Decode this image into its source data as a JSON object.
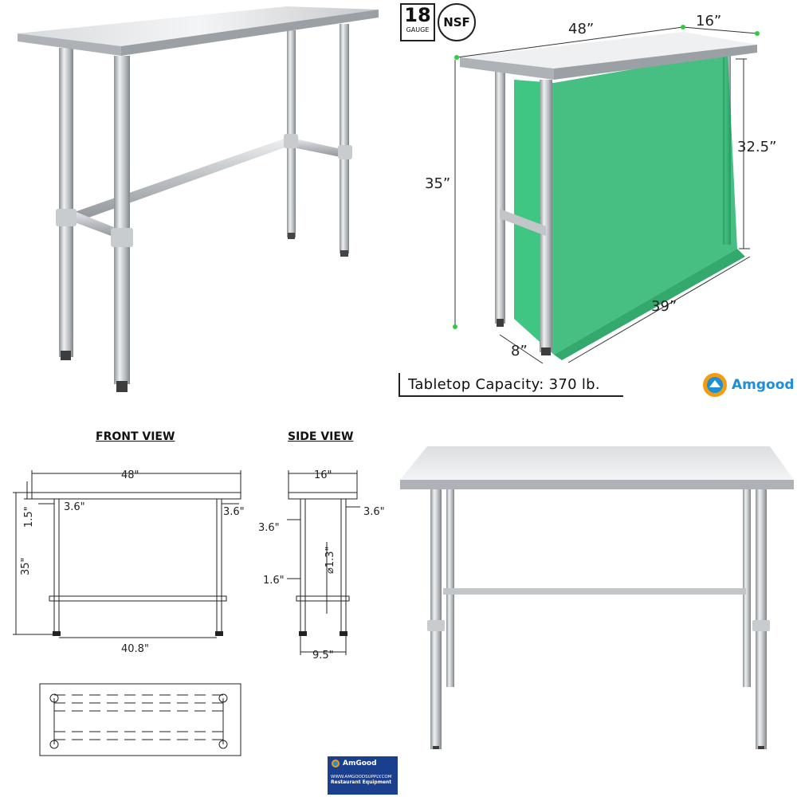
{
  "badges": {
    "gauge_number": "18",
    "gauge_label": "GAUGE",
    "cert": "NSF"
  },
  "dimensions_3d": {
    "width": "48”",
    "depth": "16”",
    "height": "35”",
    "shelf_height": "32.5”",
    "inner_width": "39”",
    "inner_depth": "8”"
  },
  "capacity_text": "Tabletop Capacity: 370 lb.",
  "brand": {
    "name": "Amgood",
    "footer_name": "AmGood",
    "footer_url": "WWW.AMGOODSUPPLY.COM",
    "footer_tagline": "Restaurant Equipment"
  },
  "front_view": {
    "title": "FRONT VIEW",
    "width": "48\"",
    "overhang_left": "3.6\"",
    "overhang_right": "3.6\"",
    "top_thickness": "1.5\"",
    "height": "35\"",
    "leg_span": "40.8\""
  },
  "side_view": {
    "title": "SIDE VIEW",
    "depth": "16\"",
    "overhang_right": "3.6\"",
    "overhang_left": "3.6\"",
    "leg_diameter": "⌀1.3\"",
    "foot_height": "1.6\"",
    "leg_span": "9.5\""
  },
  "colors": {
    "steel_light": "#e4e6e8",
    "steel_mid": "#b9bdc1",
    "steel_dark": "#8d9296",
    "highlight_green": "#00b359",
    "brand_blue": "#1e8ed6",
    "footer_blue": "#1b3f8f"
  }
}
